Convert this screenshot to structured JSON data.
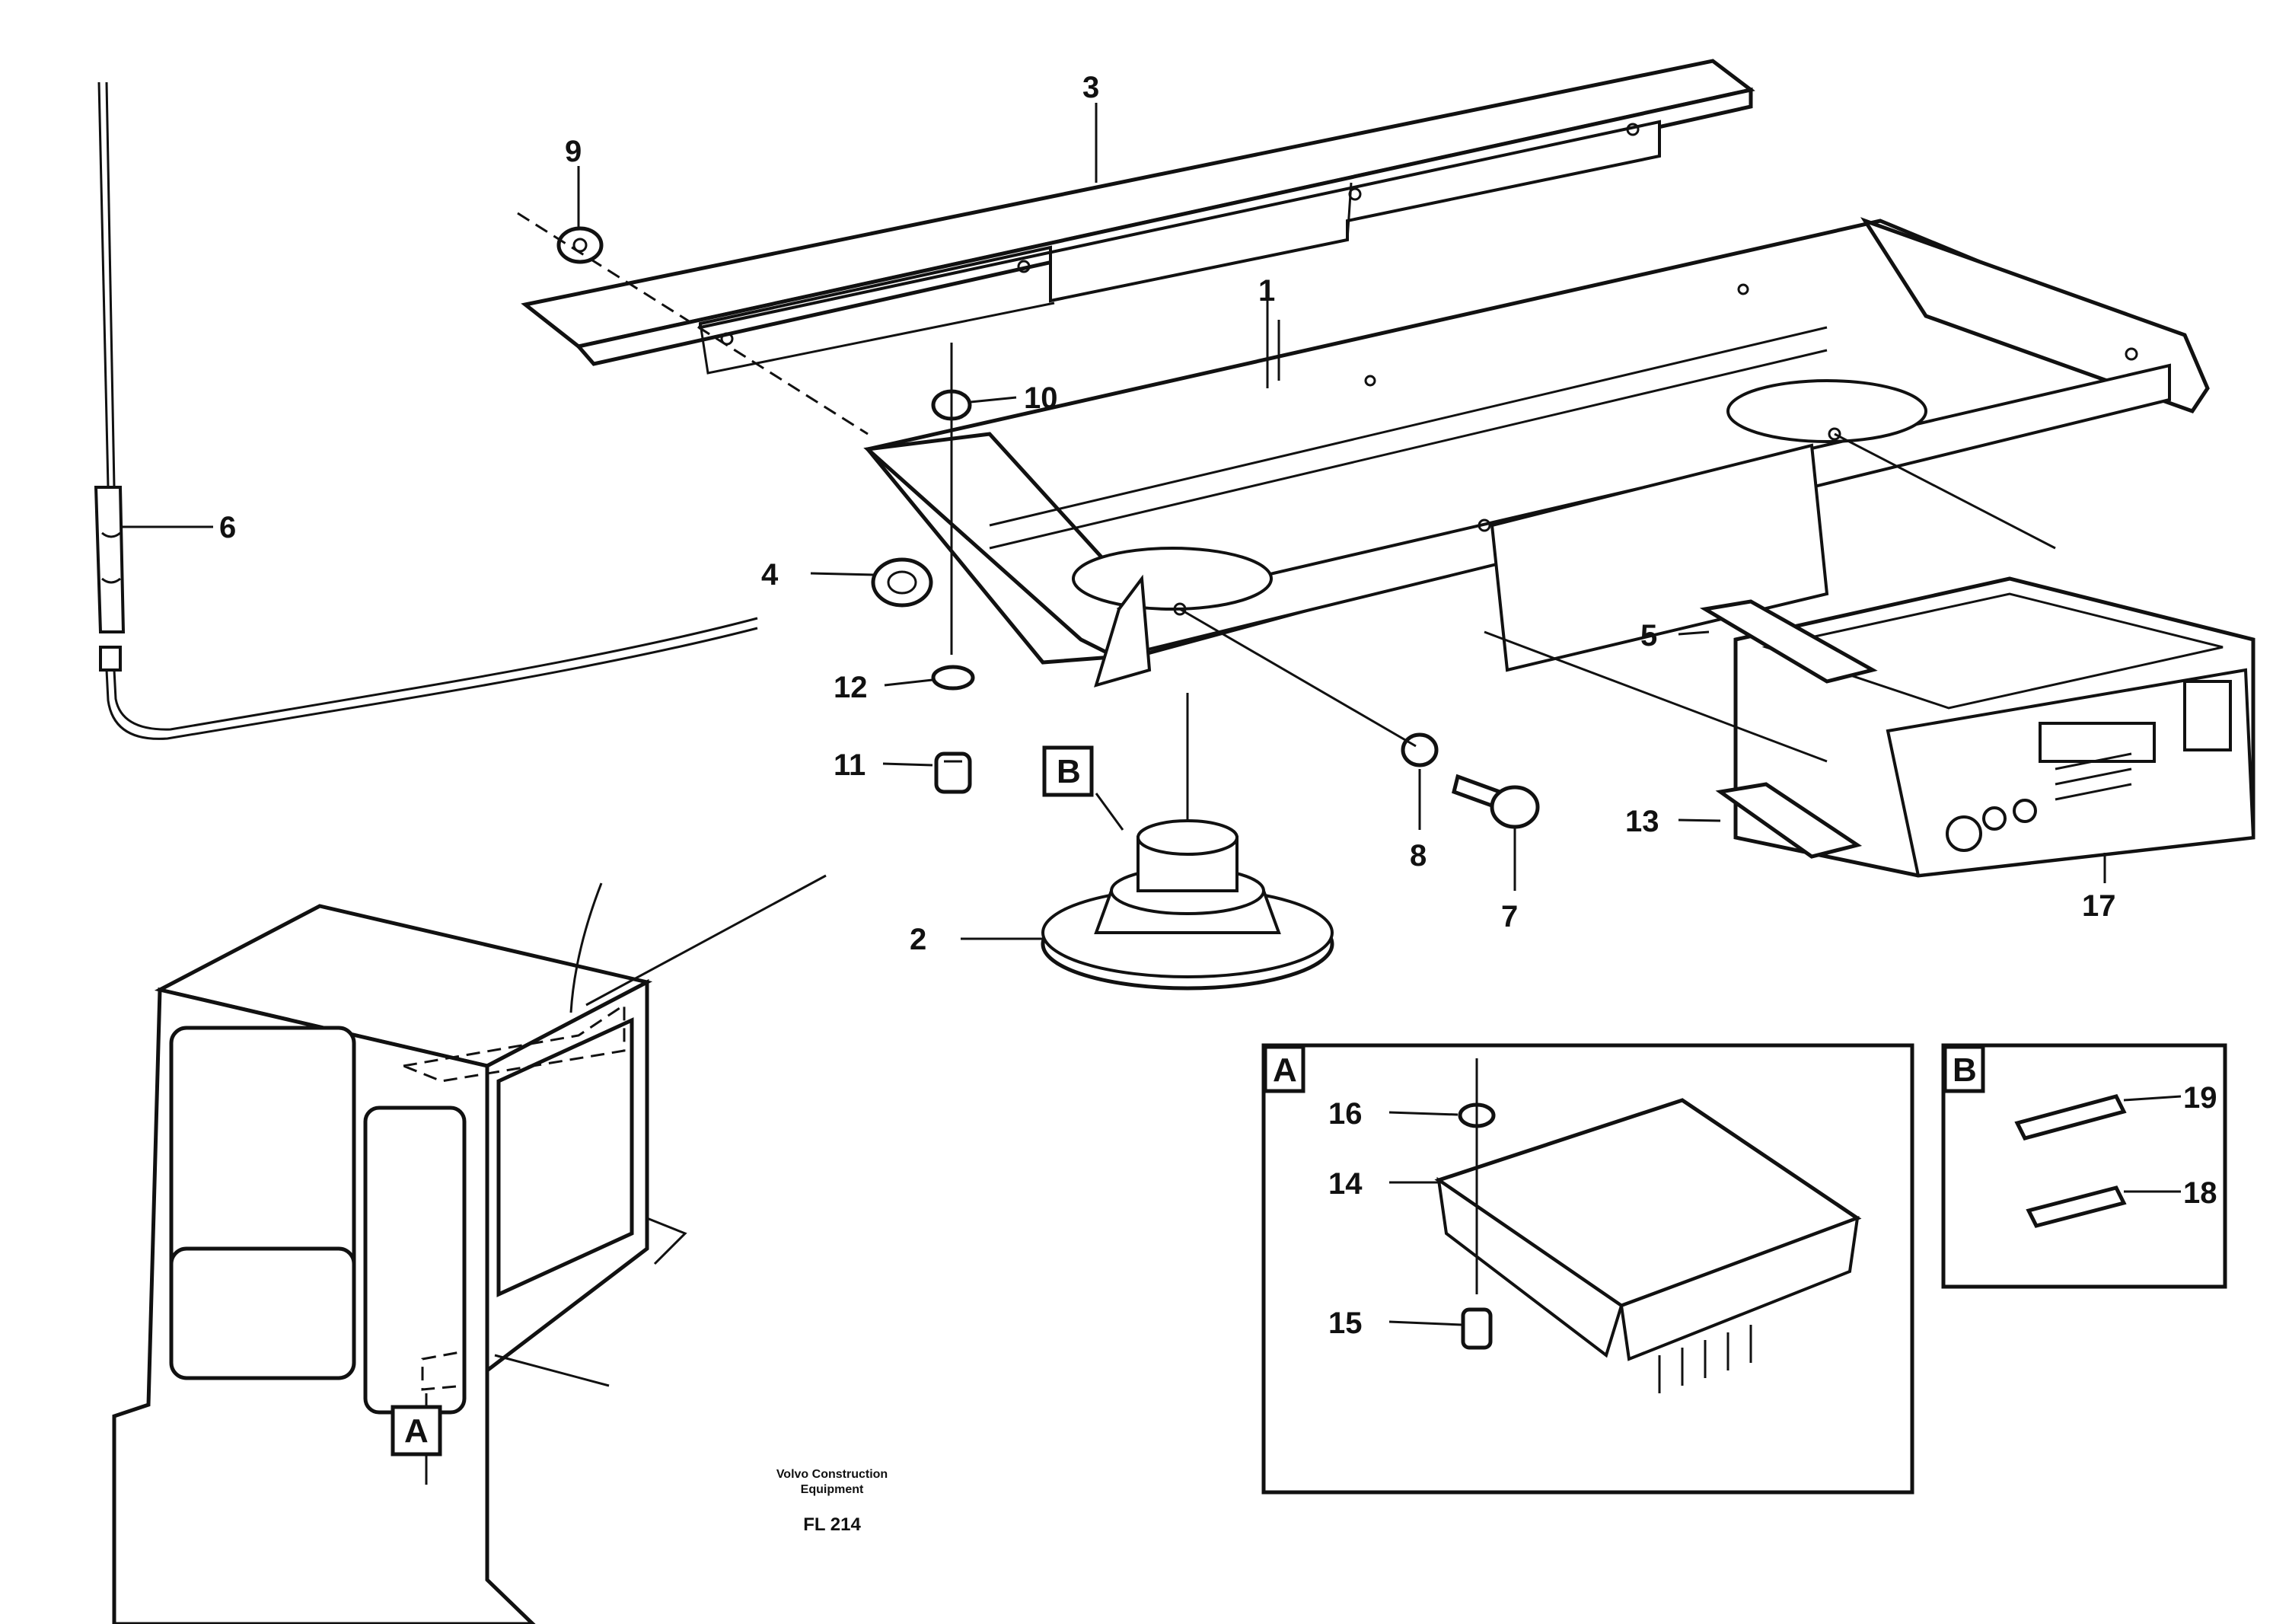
{
  "callouts": {
    "c1": "1",
    "c2": "2",
    "c3": "3",
    "c4": "4",
    "c5": "5",
    "c6": "6",
    "c7": "7",
    "c8": "8",
    "c9": "9",
    "c10": "10",
    "c11": "11",
    "c12": "12",
    "c13": "13",
    "c14": "14",
    "c15": "15",
    "c16": "16",
    "c17": "17",
    "c18": "18",
    "c19": "19"
  },
  "detail_labels": {
    "a": "A",
    "b": "B"
  },
  "footer": {
    "company_line1": "Volvo Construction",
    "company_line2": "Equipment",
    "figure_code": "FL 214"
  }
}
